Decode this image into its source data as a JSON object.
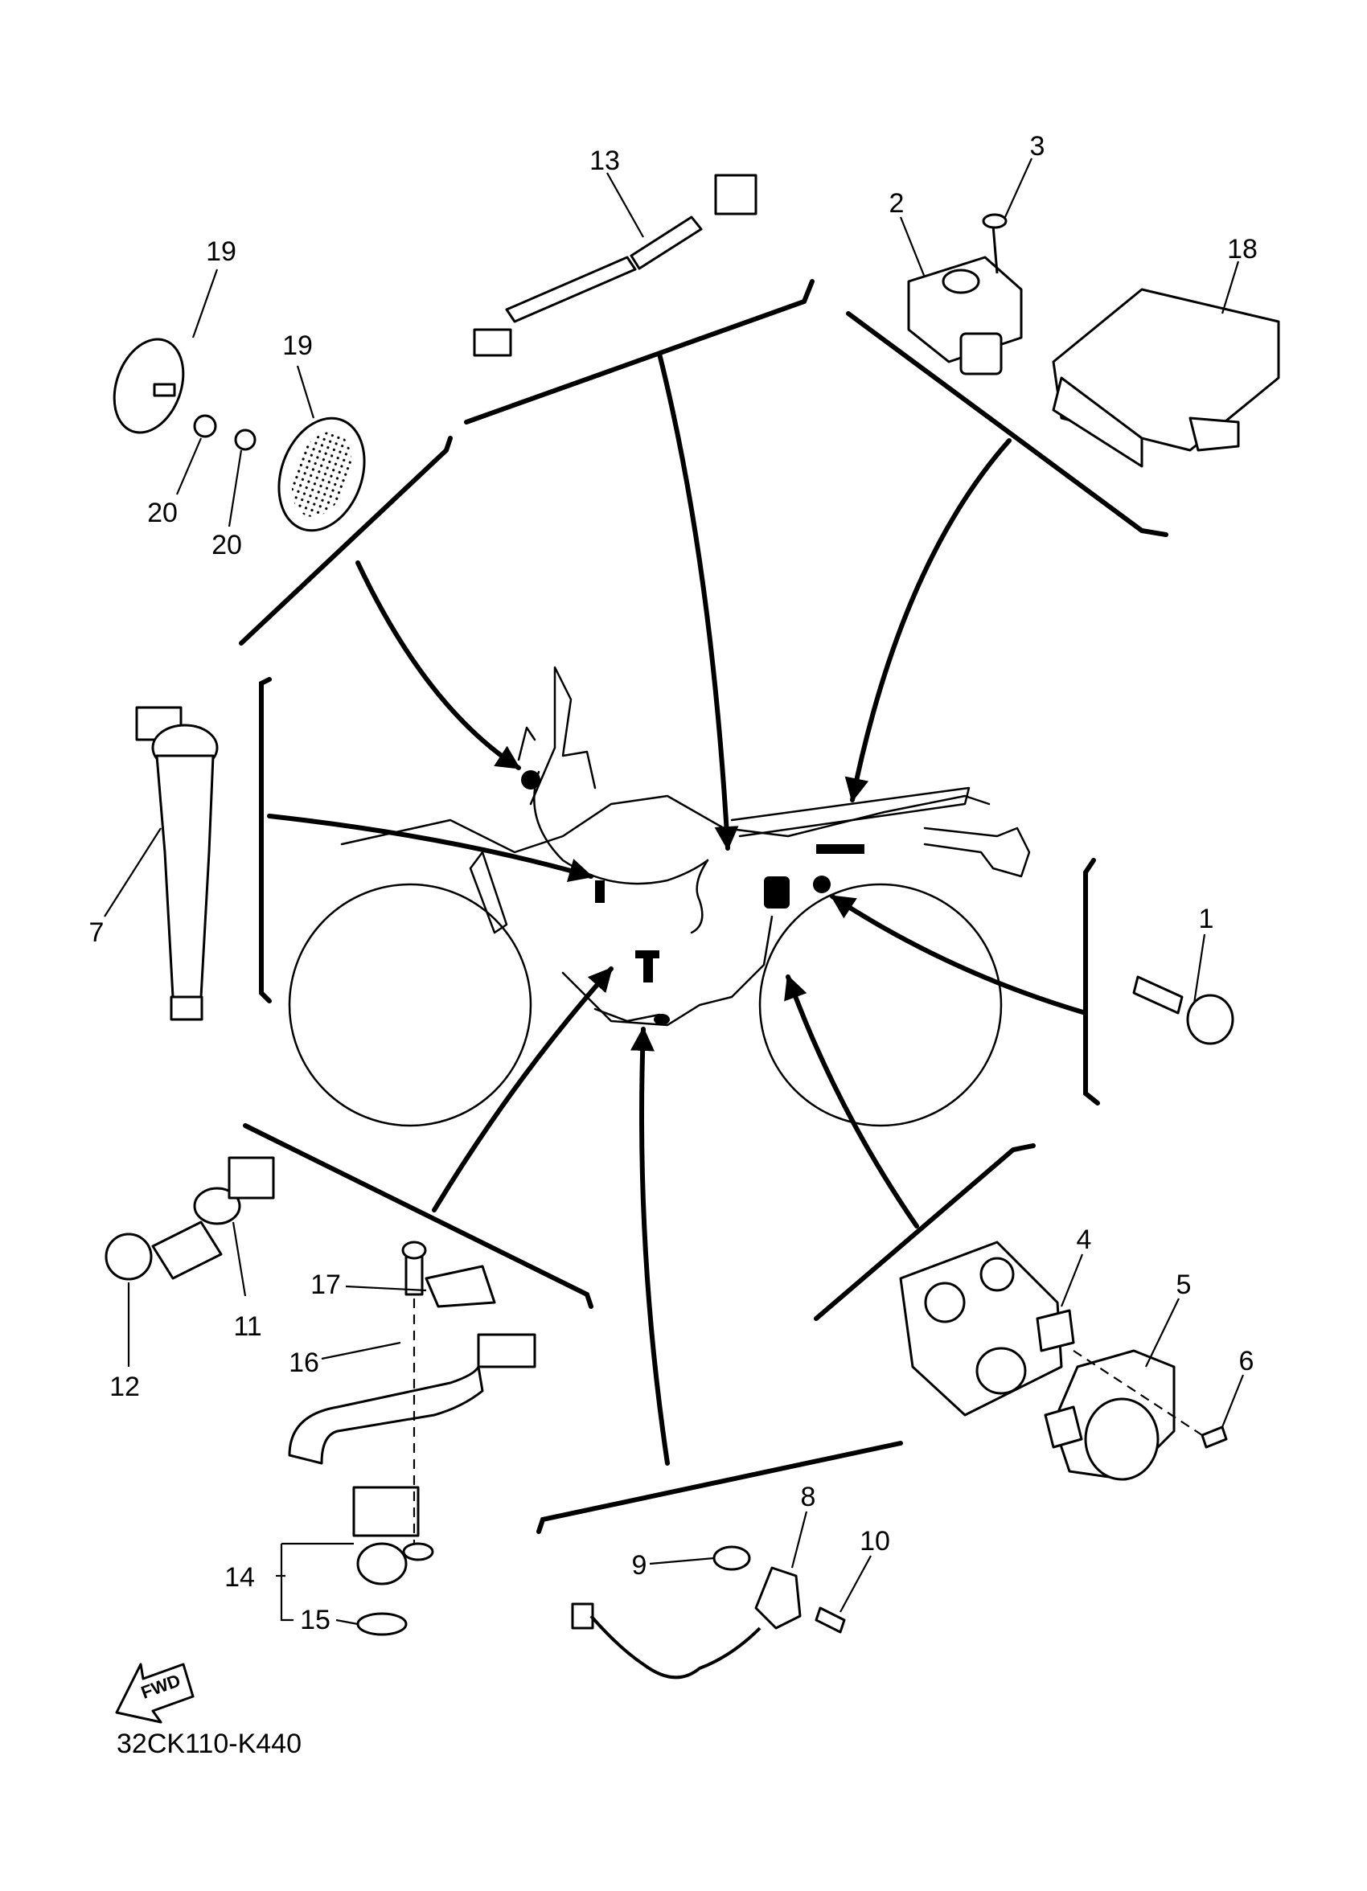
{
  "diagram": {
    "drawing_code": "32CK110-K440",
    "fwd_badge": "FWD",
    "callouts": [
      {
        "id": "c1",
        "text": "1"
      },
      {
        "id": "c2",
        "text": "2"
      },
      {
        "id": "c3",
        "text": "3"
      },
      {
        "id": "c4",
        "text": "4"
      },
      {
        "id": "c5",
        "text": "5"
      },
      {
        "id": "c6",
        "text": "6"
      },
      {
        "id": "c7",
        "text": "7"
      },
      {
        "id": "c8",
        "text": "8"
      },
      {
        "id": "c9",
        "text": "9"
      },
      {
        "id": "c10",
        "text": "10"
      },
      {
        "id": "c11",
        "text": "11"
      },
      {
        "id": "c12",
        "text": "12"
      },
      {
        "id": "c13",
        "text": "13"
      },
      {
        "id": "c14",
        "text": "14"
      },
      {
        "id": "c15",
        "text": "15"
      },
      {
        "id": "c16",
        "text": "16"
      },
      {
        "id": "c17",
        "text": "17"
      },
      {
        "id": "c18",
        "text": "18"
      },
      {
        "id": "c19a",
        "text": "19"
      },
      {
        "id": "c19b",
        "text": "19"
      },
      {
        "id": "c20a",
        "text": "20"
      },
      {
        "id": "c20b",
        "text": "20"
      }
    ]
  }
}
